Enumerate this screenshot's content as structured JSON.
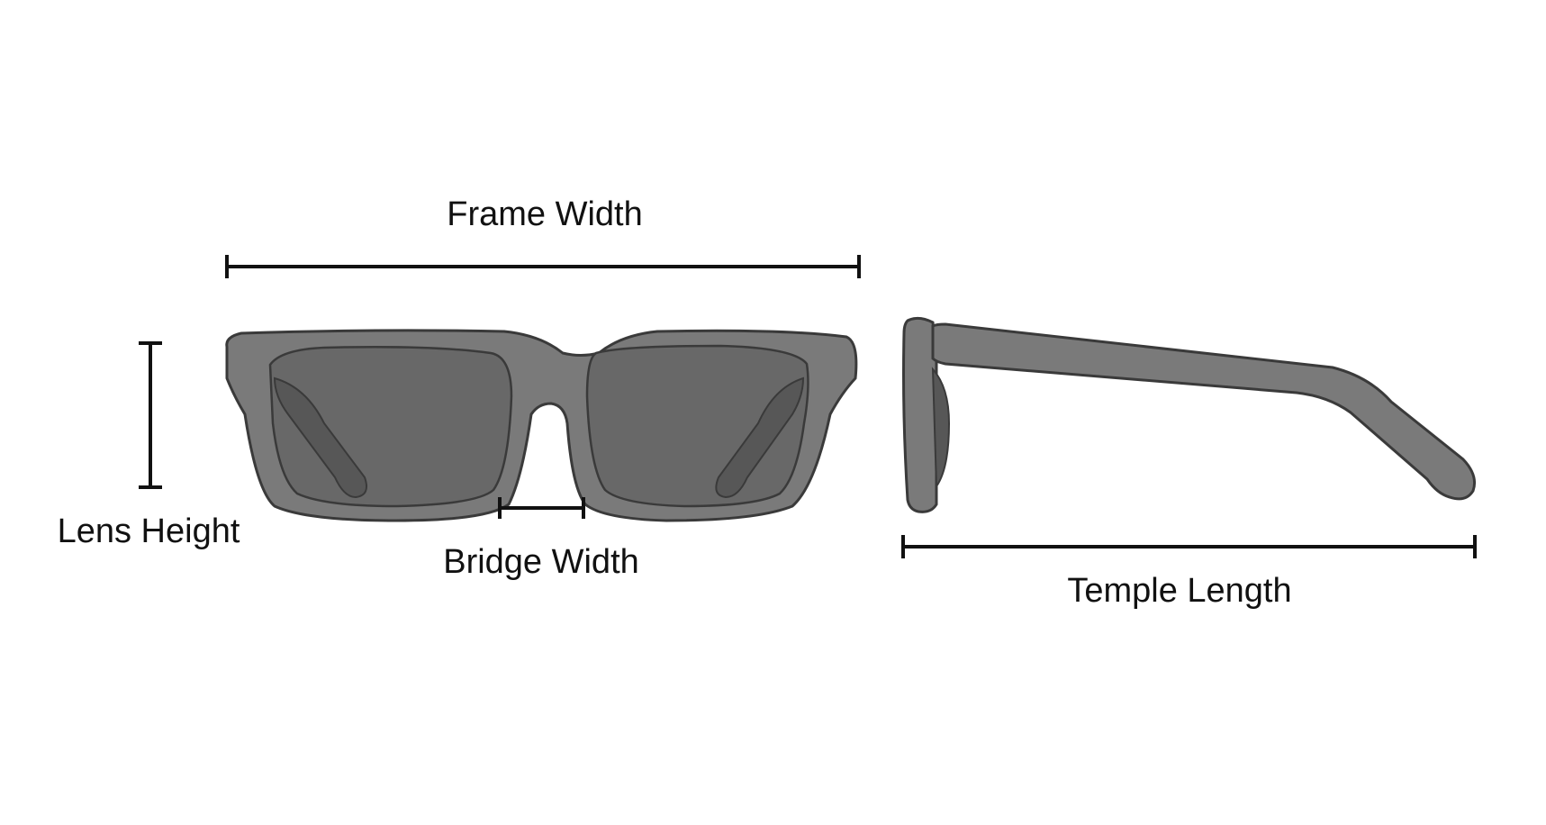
{
  "labels": {
    "frame_width": "Frame Width",
    "lens_height": "Lens Height",
    "bridge_width": "Bridge Width",
    "temple_length": "Temple Length"
  },
  "colors": {
    "frame": "#7a7a7a",
    "lens": "#686868",
    "temple_inner": "#575757",
    "outline": "#3a3a3a",
    "lines": "#111111",
    "background": "#ffffff"
  },
  "icons": {
    "front_view": "sunglasses-front-icon",
    "side_view": "sunglasses-side-icon"
  }
}
